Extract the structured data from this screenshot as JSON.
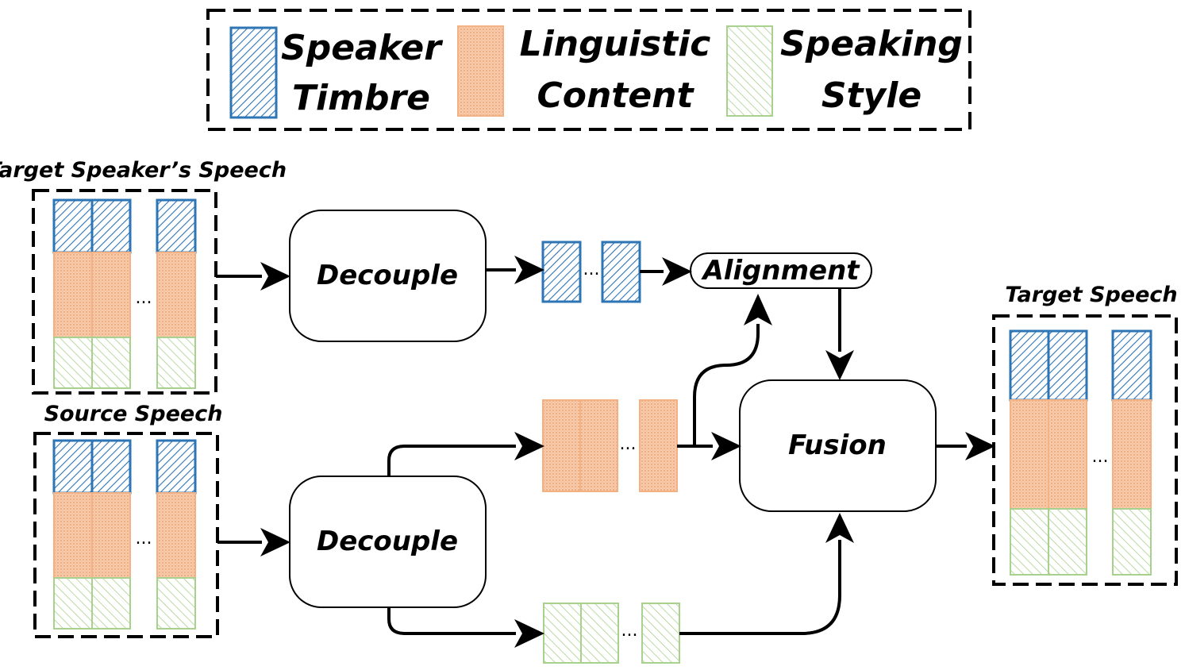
{
  "legend": {
    "items": [
      {
        "line1": "Speaker",
        "line2": "Timbre",
        "key": "timbre"
      },
      {
        "line1": "Linguistic",
        "line2": "Content",
        "key": "content"
      },
      {
        "line1": "Speaking",
        "line2": "Style",
        "key": "style"
      }
    ]
  },
  "sections": {
    "target_speaker": "Target Speaker’s Speech",
    "source": "Source Speech",
    "target_output": "Target Speech"
  },
  "boxes": {
    "decouple_top": "Decouple",
    "decouple_bottom": "Decouple",
    "alignment": "Alignment",
    "fusion": "Fusion"
  },
  "ellipsis": "...",
  "colors": {
    "timbre": "#2e75b6",
    "content": "#f4b183",
    "style": "#a9d18e",
    "line": "#000000"
  }
}
